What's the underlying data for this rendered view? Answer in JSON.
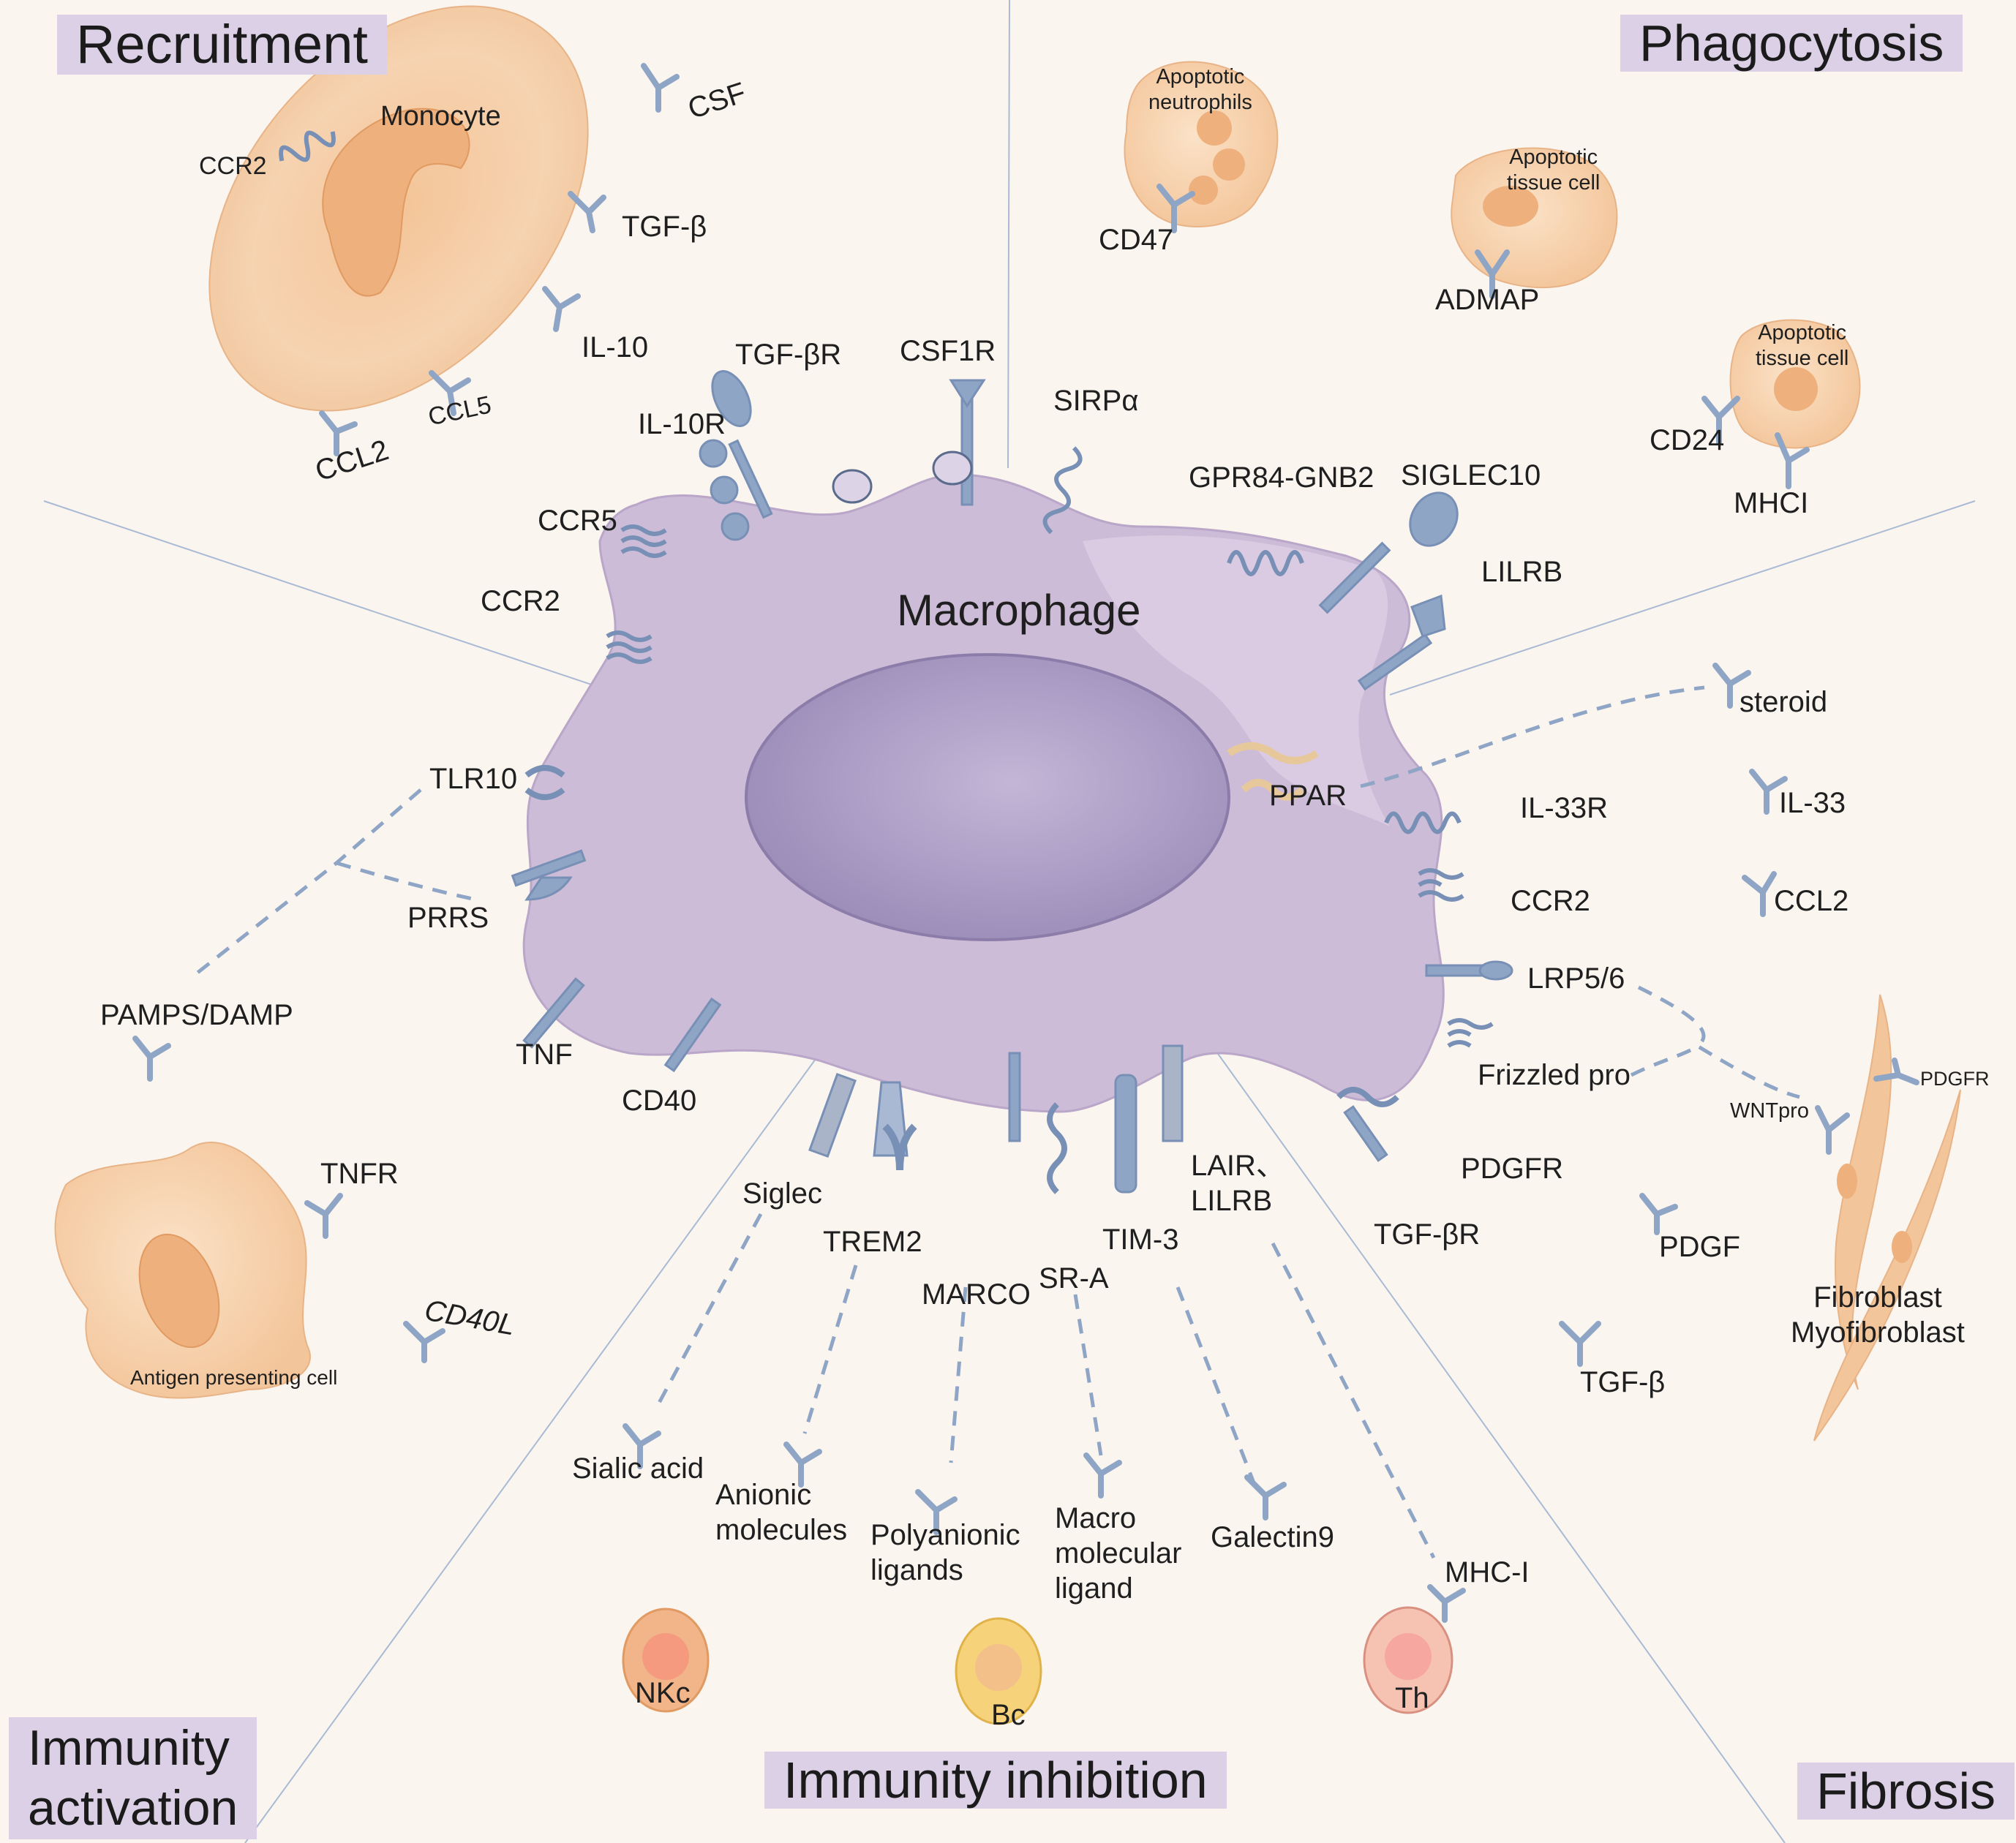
{
  "sections": {
    "recruitment": "Recruitment",
    "phagocytosis": "Phagocytosis",
    "immunity_activation": "Immunity\nactivation",
    "immunity_inhibition": "Immunity inhibition",
    "fibrosis": "Fibrosis"
  },
  "cells": {
    "macrophage": "Macrophage",
    "monocyte": "Monocyte",
    "apoptotic_neutrophils": "Apoptotic\nneutrophils",
    "apoptotic_tissue_cell_1": "Apoptotic\ntissue cell",
    "apoptotic_tissue_cell_2": "Apoptotic\ntissue cell",
    "antigen_presenting_cell": "Antigen presenting cell",
    "fibroblast": "Fibroblast\nMyofibroblast",
    "nk_cell": "NKc",
    "b_cell": "Bc",
    "t_helper": "Th"
  },
  "recruitment": {
    "monocyte_ccr2": "CCR2",
    "csf": "CSF",
    "tgf_beta": "TGF-β",
    "il10": "IL-10",
    "ccl5": "CCL5",
    "ccl2": "CCL2",
    "il10r": "IL-10R",
    "tgf_beta_r": "TGF-βR",
    "csf1r": "CSF1R",
    "ccr5": "CCR5",
    "ccr2": "CCR2"
  },
  "phagocytosis": {
    "cd47": "CD47",
    "admap": "ADMAP",
    "cd24": "CD24",
    "mhci": "MHCI",
    "sirpa": "SIRPα",
    "gpr84": "GPR84-GNB2",
    "siglec10": "SIGLEC10",
    "lilrb": "LILRB"
  },
  "fibrosis": {
    "steroid": "steroid",
    "ppar": "PPAR",
    "il33r": "IL-33R",
    "il33": "IL-33",
    "ccr2": "CCR2",
    "ccl2": "CCL2",
    "lrp56": "LRP5/6",
    "frizzled": "Frizzled pro",
    "wntpro": "WNTpro",
    "pdgfr_fibroblast": "PDGFR",
    "pdgfr": "PDGFR",
    "tgf_beta_r": "TGF-βR",
    "pdgf": "PDGF",
    "tgf_beta": "TGF-β"
  },
  "activation": {
    "tlr10": "TLR10",
    "prrs": "PRRS",
    "pamps": "PAMPS/DAMP",
    "tnf": "TNF",
    "cd40": "CD40",
    "tnfr": "TNFR",
    "cd40l": "CD40L"
  },
  "inhibition": {
    "siglec": "Siglec",
    "trem2": "TREM2",
    "marco": "MARCO",
    "sra": "SR-A",
    "tim3": "TIM-3",
    "lair": "LAIR、\nLILRB",
    "sialic_acid": "Sialic acid",
    "anionic": "Anionic\nmolecules",
    "polyanionic": "Polyanionic\nligands",
    "macromolecular": "Macro\nmolecular\nligand",
    "galectin9": "Galectin9",
    "mhc_i": "MHC-I"
  },
  "colors": {
    "background": "#fbf5f0",
    "title_bg": "#dcd0e6",
    "macrophage": "#cdbcd7",
    "nucleus": "#a597c1",
    "cell_orange": "#f3c59a",
    "receptor": "#8fa5c6",
    "divider": "#a9bad4"
  }
}
